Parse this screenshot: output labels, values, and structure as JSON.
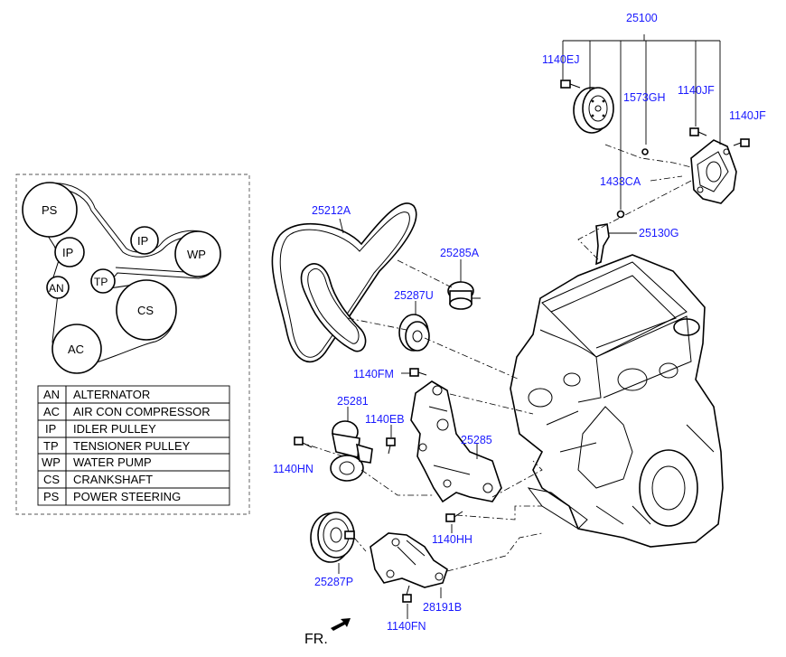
{
  "part_labels": {
    "p25100": "25100",
    "p1140EJ": "1140EJ",
    "p1573GH": "1573GH",
    "p1140JF_a": "1140JF",
    "p1140JF_b": "1140JF",
    "p1433CA": "1433CA",
    "p25130G": "25130G",
    "p25212A": "25212A",
    "p25285A": "25285A",
    "p25287U": "25287U",
    "p1140FM": "1140FM",
    "p25281": "25281",
    "p1140EB": "1140EB",
    "p25285": "25285",
    "p1140HN": "1140HN",
    "p1140HH": "1140HH",
    "p25287P": "25287P",
    "p28191B": "28191B",
    "p1140FN": "1140FN"
  },
  "front_indicator": "FR.",
  "belt_routing": {
    "pulleys": {
      "PS": "PS",
      "IP_top": "IP",
      "WP": "WP",
      "IP_left": "IP",
      "AN": "AN",
      "TP": "TP",
      "CS": "CS",
      "AC": "AC"
    }
  },
  "legend": [
    {
      "code": "AN",
      "name": "ALTERNATOR"
    },
    {
      "code": "AC",
      "name": "AIR CON COMPRESSOR"
    },
    {
      "code": "IP",
      "name": "IDLER PULLEY"
    },
    {
      "code": "TP",
      "name": " TENSIONER PULLEY"
    },
    {
      "code": "WP",
      "name": " WATER PUMP"
    },
    {
      "code": "CS",
      "name": "CRANKSHAFT"
    },
    {
      "code": "PS",
      "name": "POWER STEERING"
    }
  ]
}
